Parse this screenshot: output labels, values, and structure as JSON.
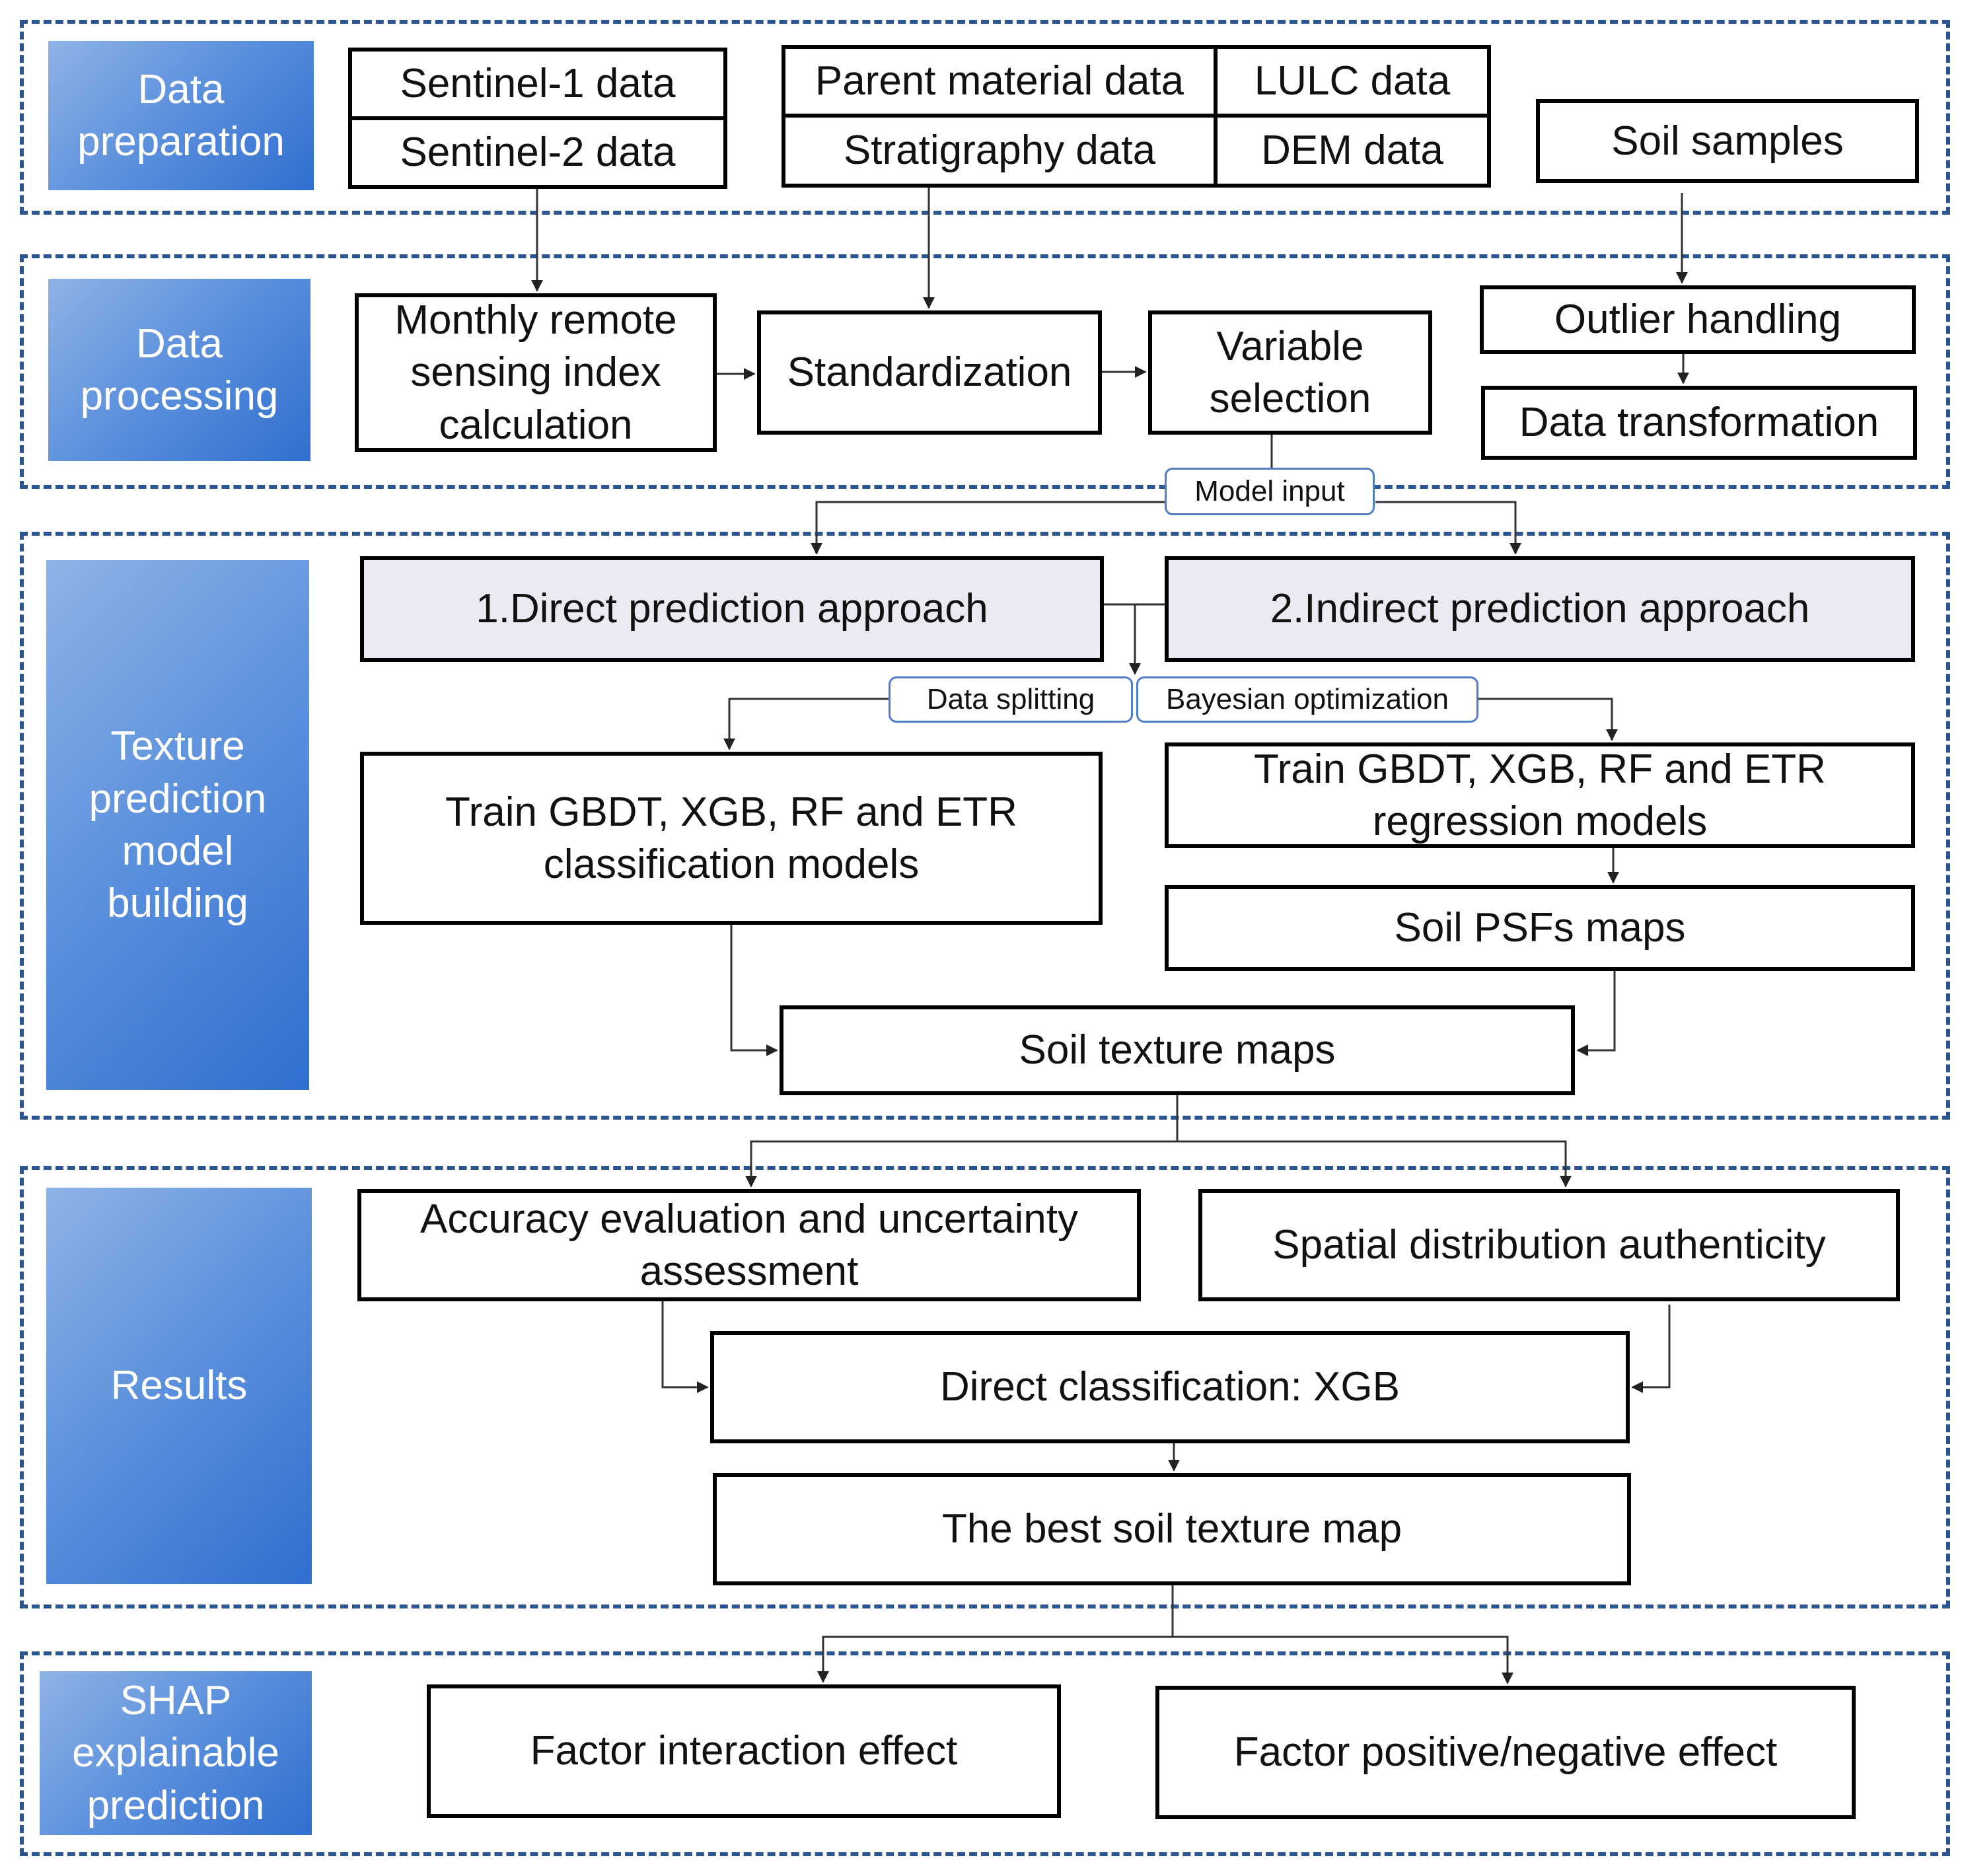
{
  "colors": {
    "section_border": "#2a5591",
    "label_gradient_start": "#8fb3e6",
    "label_gradient_end": "#2f6fd0",
    "approach_fill": "#eaeaf2",
    "tag_border": "#4f7bc7"
  },
  "sections": {
    "data_preparation": {
      "label": "Data\npreparation",
      "sentinel1": "Sentinel-1 data",
      "sentinel2": "Sentinel-2 data",
      "parent_material": "Parent material data",
      "lulc": "LULC data",
      "stratigraphy": "Stratigraphy data",
      "dem": "DEM data",
      "soil_samples": "Soil samples"
    },
    "data_processing": {
      "label": "Data\nprocessing",
      "monthly_index": "Monthly remote\nsensing index\ncalculation",
      "standardization": "Standardization",
      "variable_selection": "Variable\nselection",
      "outlier_handling": "Outlier handling",
      "data_transformation": "Data transformation",
      "model_input": "Model input"
    },
    "model_building": {
      "label": "Texture\nprediction\nmodel\nbuilding",
      "direct_approach": "1.Direct prediction approach",
      "indirect_approach": "2.Indirect prediction approach",
      "data_splitting": "Data splitting",
      "bayesian_optimization": "Bayesian optimization",
      "classification_models": "Train GBDT, XGB, RF and ETR\nclassification models",
      "regression_models": "Train GBDT, XGB, RF and ETR\nregression models",
      "psf_maps": "Soil PSFs maps",
      "texture_maps": "Soil texture maps"
    },
    "results": {
      "label": "Results",
      "accuracy": "Accuracy evaluation and uncertainty\nassessment",
      "spatial": "Spatial distribution authenticity",
      "direct_xgb": "Direct classification: XGB",
      "best_map": "The best soil texture map"
    },
    "shap": {
      "label": "SHAP\nexplainable\nprediction",
      "interaction": "Factor interaction effect",
      "posneg": "Factor positive/negative effect"
    }
  }
}
